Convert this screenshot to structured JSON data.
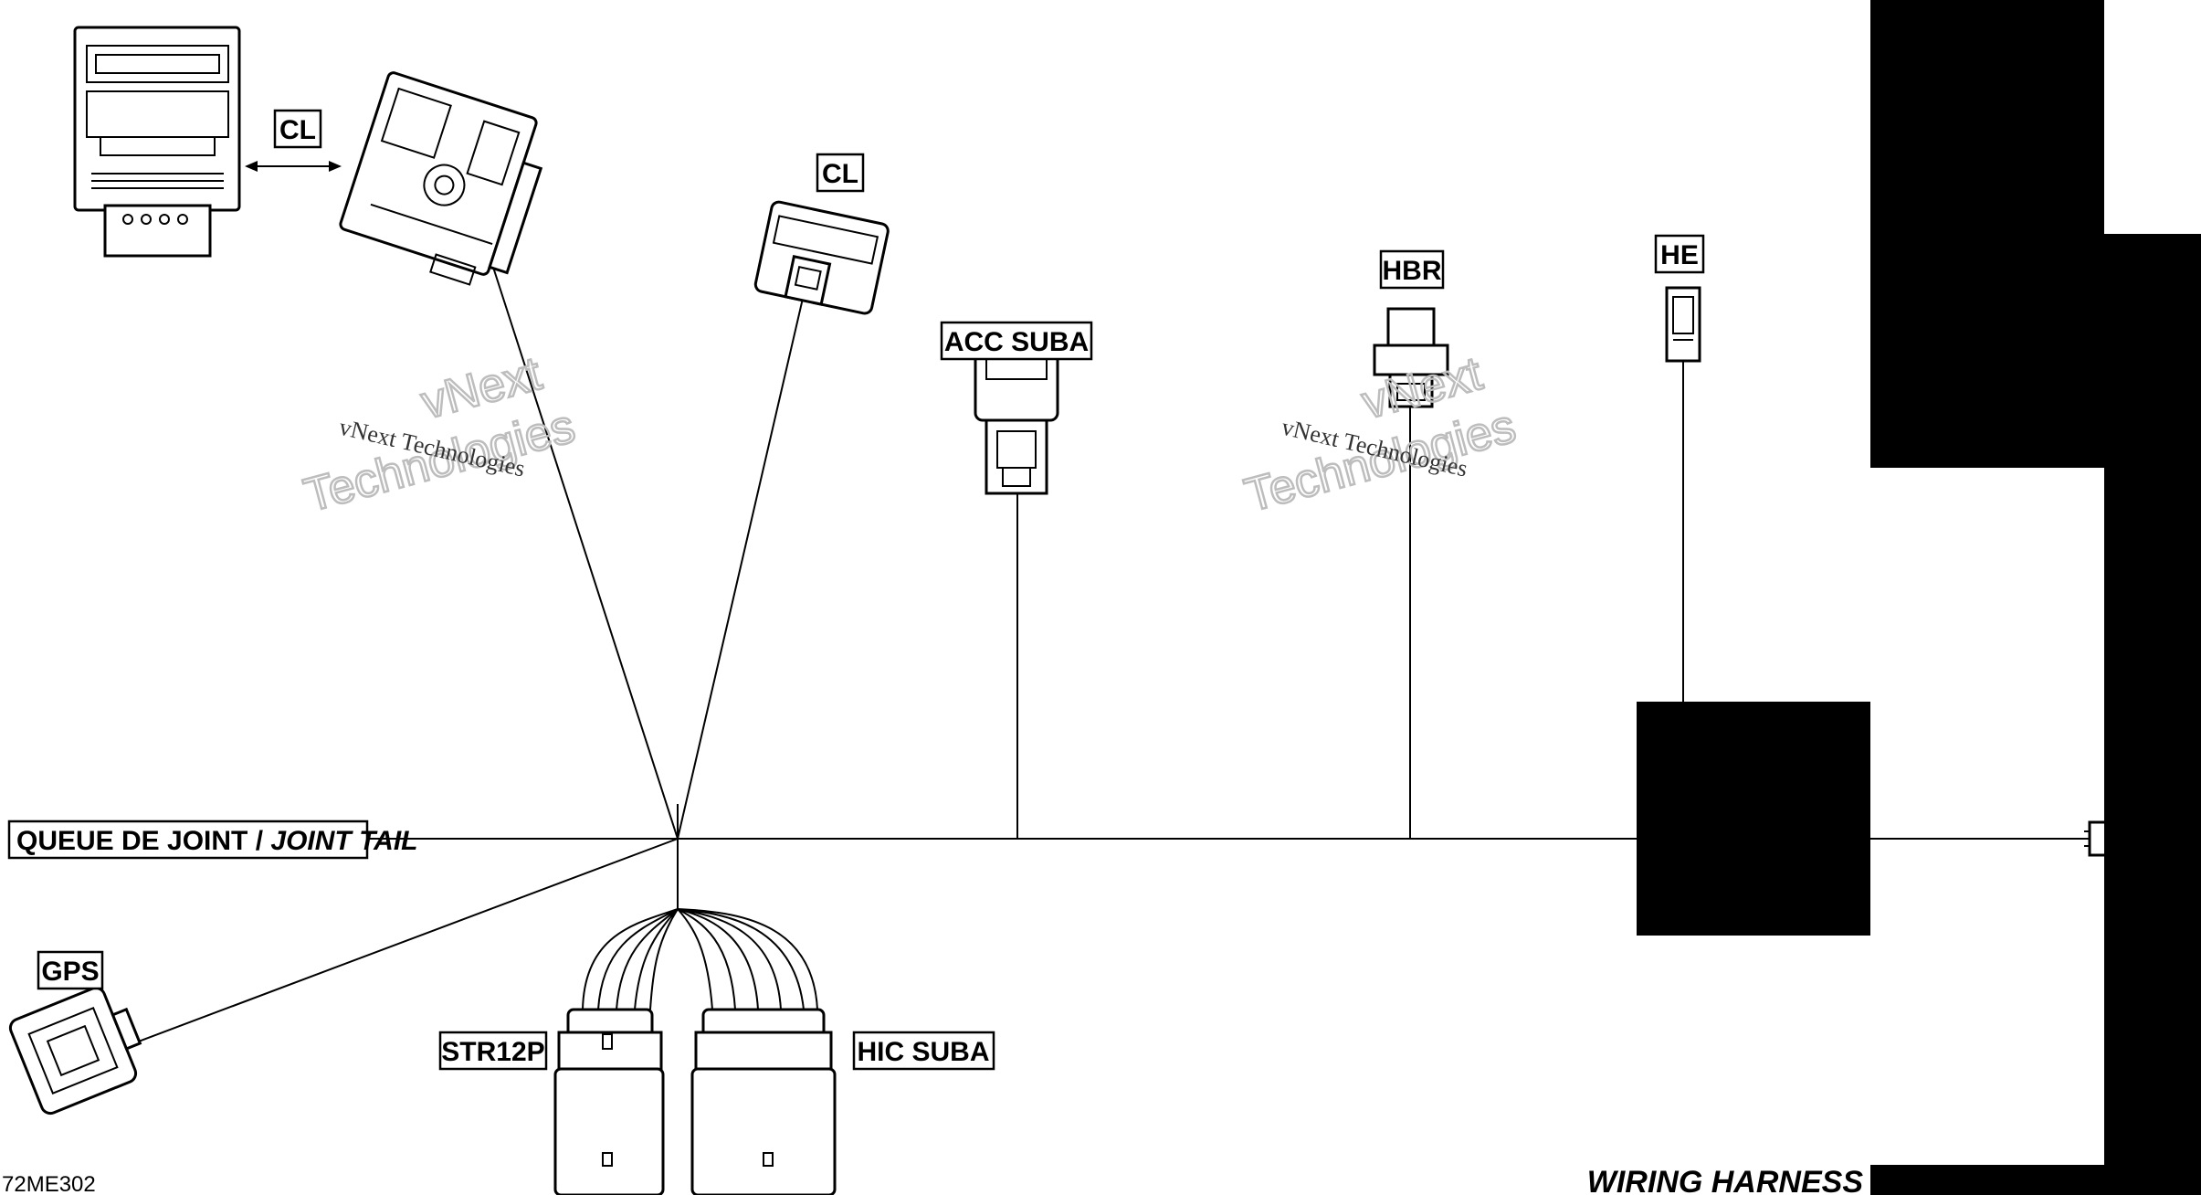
{
  "labels": {
    "cl_top": "CL",
    "cl_mid": "CL",
    "acc_suba": "ACC  SUBA",
    "hbr": "HBR",
    "he": "HE",
    "gps": "GPS",
    "str12p": "STR12P",
    "hic_suba": "HIC  SUBA",
    "joint_tail_plain": "QUEUE DE JOINT / ",
    "joint_tail_italic": "JOINT TAIL"
  },
  "watermarks": [
    {
      "line1": "vNext Technologies",
      "big1": "vNext",
      "big2": "Technologies"
    },
    {
      "line1": "vNext Technologies",
      "big1": "vNext",
      "big2": "Technologies"
    }
  ],
  "footer": {
    "code": "72ME302",
    "title": "WIRING HARNESS",
    "title_partial": "CHASSIS - 560"
  },
  "colors": {
    "ink": "#000000",
    "background": "#ffffff",
    "watermark": "#bdbdbd"
  }
}
